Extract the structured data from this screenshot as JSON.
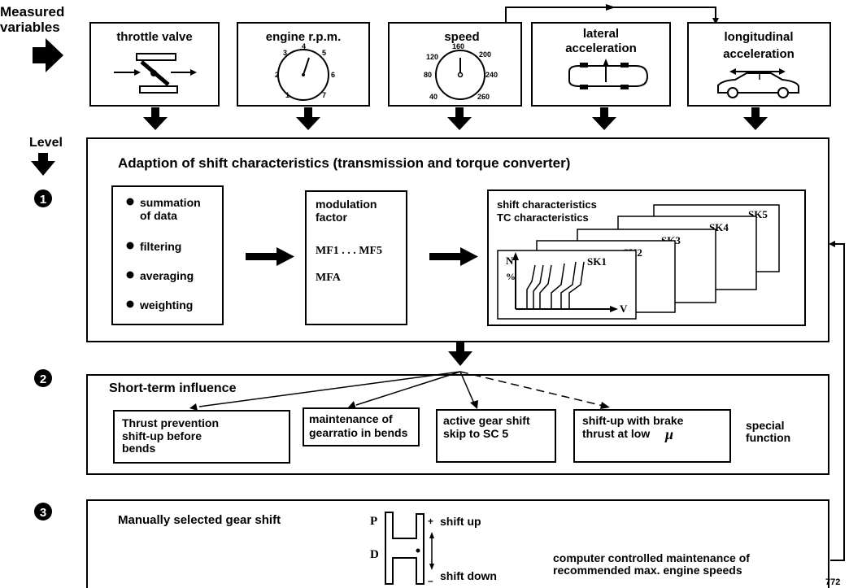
{
  "measured": {
    "label_line1": "Measured",
    "label_line2": "variables"
  },
  "sensors": [
    {
      "label": "throttle valve"
    },
    {
      "label": "engine r.p.m."
    },
    {
      "label": "speed"
    },
    {
      "label_line1": "lateral",
      "label_line2": "acceleration"
    },
    {
      "label_line1": "longitudinal",
      "label_line2": "acceleration"
    }
  ],
  "rpm_dial": [
    "1",
    "2",
    "3",
    "4",
    "5",
    "6",
    "7"
  ],
  "speed_dial": [
    "40",
    "80",
    "120",
    "160",
    "200",
    "240",
    "260"
  ],
  "level_label": "Level",
  "level1": {
    "number": "1",
    "title": "Adaption of shift characteristics (transmission and torque converter)",
    "bullets": [
      "summation",
      "of  data",
      "filtering",
      "averaging",
      "weighting"
    ],
    "mod_title_line1": "modulation",
    "mod_title_line2": "factor",
    "mod_values": [
      "MF1 . . . MF5",
      "MFA"
    ],
    "sc_title_line1": "shift characteristics",
    "sc_title_line2": "TC characteristics",
    "sk_labels": [
      "SK1",
      "SK2",
      "SK3",
      "SK4",
      "SK5"
    ],
    "axis_n": "N",
    "axis_pct": "%",
    "axis_v": "V"
  },
  "level2": {
    "number": "2",
    "title": "Short-term influence",
    "boxes": [
      {
        "l1": "Thrust prevention",
        "l2": "shift-up before",
        "l3": "bends"
      },
      {
        "l1": "maintenance of",
        "l2": "gearratio in bends"
      },
      {
        "l1": "active gear shift",
        "l2": "skip to SC 5"
      },
      {
        "l1": "shift-up with brake",
        "l2": "thrust at low",
        "mu": "μ"
      }
    ],
    "special_line1": "special",
    "special_line2": "function"
  },
  "level3": {
    "number": "3",
    "title": "Manually selected gear shift",
    "gate_p": "P",
    "gate_d": "D",
    "plus": "+",
    "minus": "–",
    "shift_up": "shift up",
    "shift_down": "shift down",
    "note_line1": "computer controlled maintenance of",
    "note_line2": "recommended max. engine speeds"
  },
  "figure_number": "772"
}
